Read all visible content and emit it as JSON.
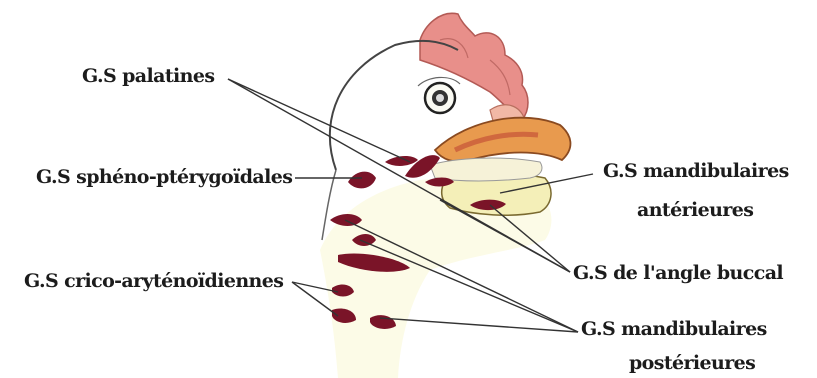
{
  "labels": {
    "palatines": "G.S palatines",
    "spheno": "G.S sphéno-ptérygoïdales",
    "crico": "G.S crico-aryténoïdiennes",
    "mand_ant_1": "G.S mandibulaires",
    "mand_ant_2": "antérieures",
    "angle": "G.S de l'angle buccal",
    "mand_post_1": "G.S mandibulaires",
    "mand_post_2": "postérieures"
  },
  "colors": {
    "line": "#333333",
    "gland": "#7a1428",
    "comb": "#e88f8a",
    "beak": "#e89a4e",
    "beak_shadow": "#c8573a",
    "neck_fill": "#fcfbe7"
  }
}
